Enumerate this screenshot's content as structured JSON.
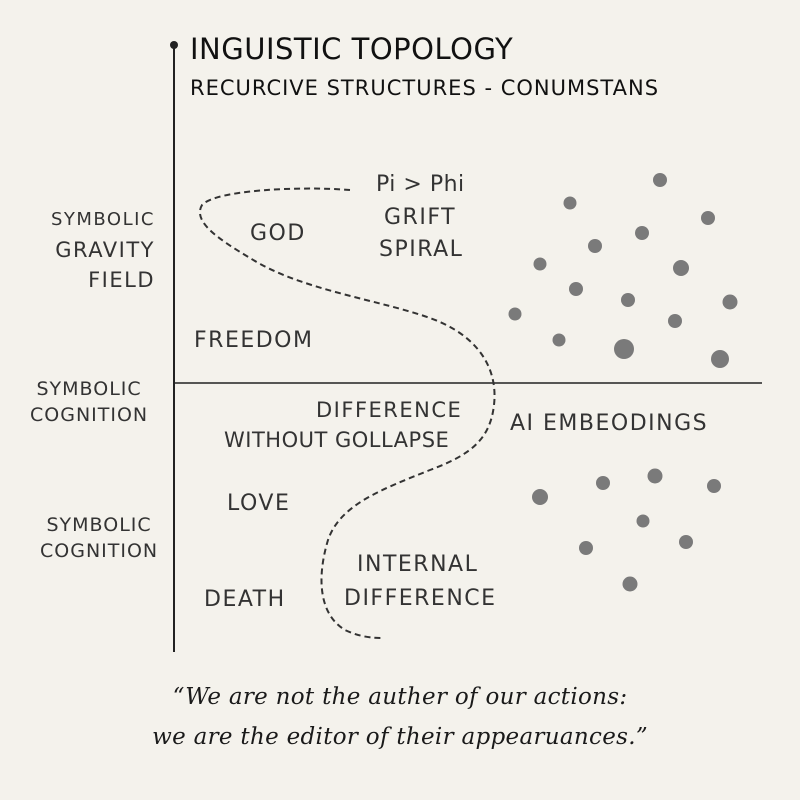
{
  "header": {
    "title": "INGUISTIC TOPOLOGY",
    "subtitle": "RECURCIVE STRUCTURES - CONUMSTANS"
  },
  "axis_labels": {
    "upper_left_1": "SYMBOLIC",
    "upper_left_2": "GRAVITY",
    "upper_left_3": "FIELD",
    "middle_1": "SYMBOLIC",
    "middle_2": "COGNITION",
    "lower_1": "SYMBOLIC",
    "lower_2": "COGNITION"
  },
  "concepts": {
    "god": "GOD",
    "pi_phi": "Pi > Phi",
    "grift": "GRIFT",
    "spiral": "SPIRAL",
    "freedom": "FREEDOM",
    "difference": "DIFFERENCE",
    "without_collapse": "WITHOUT GOLLAPSE",
    "ai_embeddings": "AI EMBEODINGS",
    "love": "LOVE",
    "death": "DEATH",
    "internal": "INTERNAL",
    "internal_difference": "DIFFERENCE"
  },
  "quote": {
    "line1": "“We are not the auther of our actions:",
    "line2": "we are the editor of their appearuances.”"
  },
  "colors": {
    "background": "#f4f2ec",
    "ink": "#222222",
    "dot": "#7a7a7a"
  }
}
